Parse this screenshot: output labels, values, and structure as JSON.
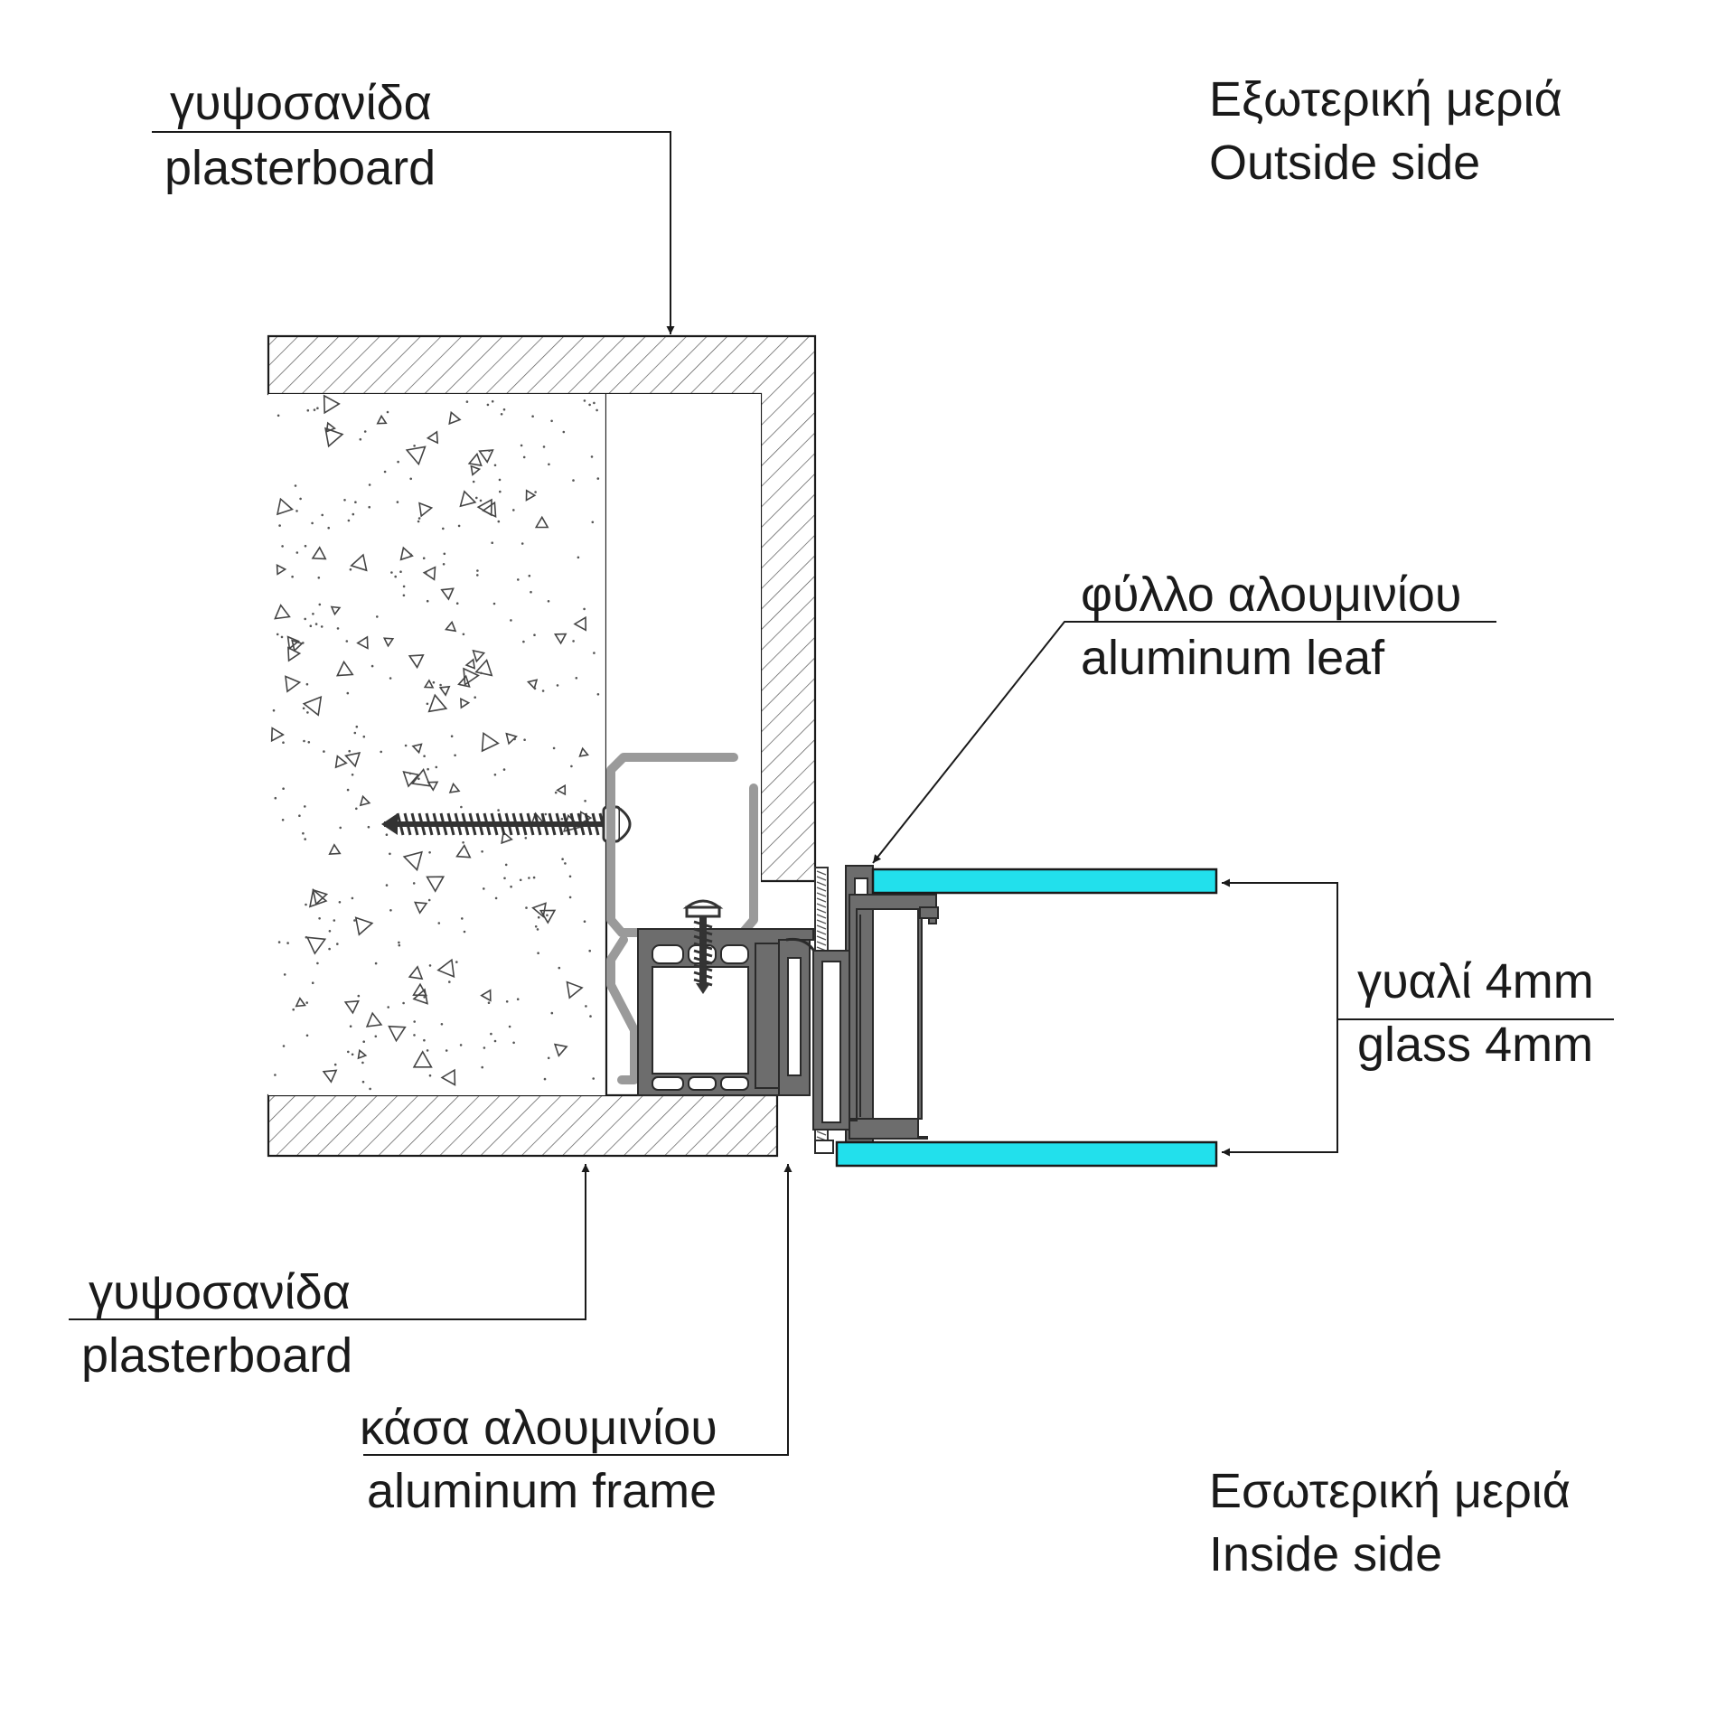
{
  "labels": {
    "outside_side_gr": "Εξωτερική μεριά",
    "outside_side_en": "Outside side",
    "inside_side_gr": "Εσωτερική μεριά",
    "inside_side_en": "Inside side",
    "plasterboard_top_gr": "γυψοσανίδα",
    "plasterboard_top_en": "plasterboard",
    "plasterboard_bottom_gr": "γυψοσανίδα",
    "plasterboard_bottom_en": "plasterboard",
    "aluminum_leaf_gr": "φύλλο αλουμινίου",
    "aluminum_leaf_en": "aluminum leaf",
    "glass_gr": "γυαλί 4mm",
    "glass_en": "glass 4mm",
    "aluminum_frame_gr": "κάσα αλουμινίου",
    "aluminum_frame_en": "aluminum frame"
  },
  "colors": {
    "glass": "#22e0ec",
    "aluminum": "#6d6d6d",
    "clip": "#9a9a9a",
    "line": "#1a1a1a"
  }
}
